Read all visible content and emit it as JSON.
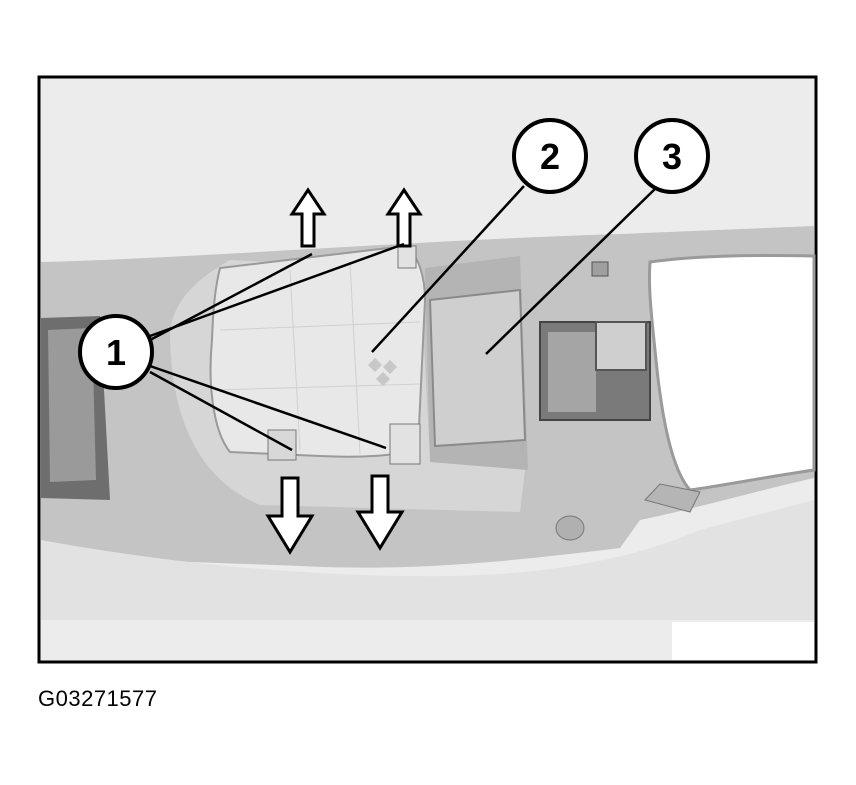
{
  "figure": {
    "id": "G03271577",
    "callouts": [
      {
        "number": "1"
      },
      {
        "number": "2"
      },
      {
        "number": "3"
      }
    ],
    "colors": {
      "background": "#ececec",
      "panel": "#bdbdbd",
      "panel_dark": "#8c8c8c",
      "cover": "#dcdcdc",
      "outline": "#000000",
      "arrow_fill": "#ffffff"
    }
  }
}
